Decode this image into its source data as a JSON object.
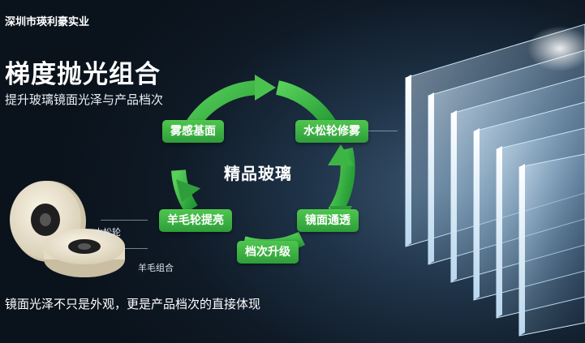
{
  "header": {
    "company": "深圳市瑛利豪实业"
  },
  "hero": {
    "title": "梯度抛光组合",
    "subtitle": "提升玻璃镜面光泽与产品档次"
  },
  "cycle": {
    "center": "精品玻璃",
    "steps": [
      {
        "label": "雾感基面"
      },
      {
        "label": "水松轮修雾"
      },
      {
        "label": "镜面通透"
      },
      {
        "label": "档次升级"
      },
      {
        "label": "羊毛轮提亮"
      }
    ],
    "accent_color": "#3db545"
  },
  "products": {
    "wheel1_label": "水松轮",
    "wheel2_label": "羊毛组合"
  },
  "footer": {
    "caption": "镜面光泽不只是外观，更是产品档次的直接体现"
  }
}
